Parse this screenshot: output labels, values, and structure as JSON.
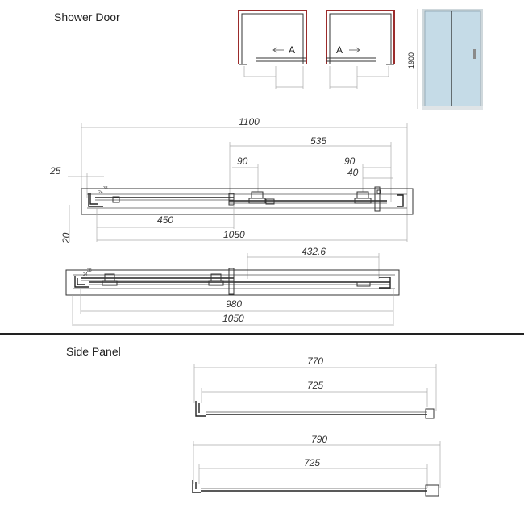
{
  "sections": {
    "shower_door": "Shower Door",
    "side_panel": "Side Panel"
  },
  "elevation": {
    "height_label": "1900",
    "arrow_label_left": "A",
    "arrow_label_right": "A"
  },
  "plan_top": {
    "overall": "1100",
    "opening": "535",
    "roller_left": "90",
    "roller_right": "90",
    "end_gap": "40",
    "wall_offset": "25",
    "depth": "20",
    "inner_span": "450",
    "total": "1050",
    "tiny_a": "38",
    "tiny_b": "24"
  },
  "plan_bottom": {
    "opening": "432.6",
    "inner": "980",
    "total": "1050",
    "tiny_a": "38",
    "tiny_b": "24"
  },
  "side_panel_a": {
    "outer": "770",
    "inner": "725"
  },
  "side_panel_b": {
    "outer": "790",
    "inner": "725"
  },
  "colors": {
    "frame": "#9b2b2b",
    "glass": "#c5dbe7",
    "divider": "#222222"
  }
}
